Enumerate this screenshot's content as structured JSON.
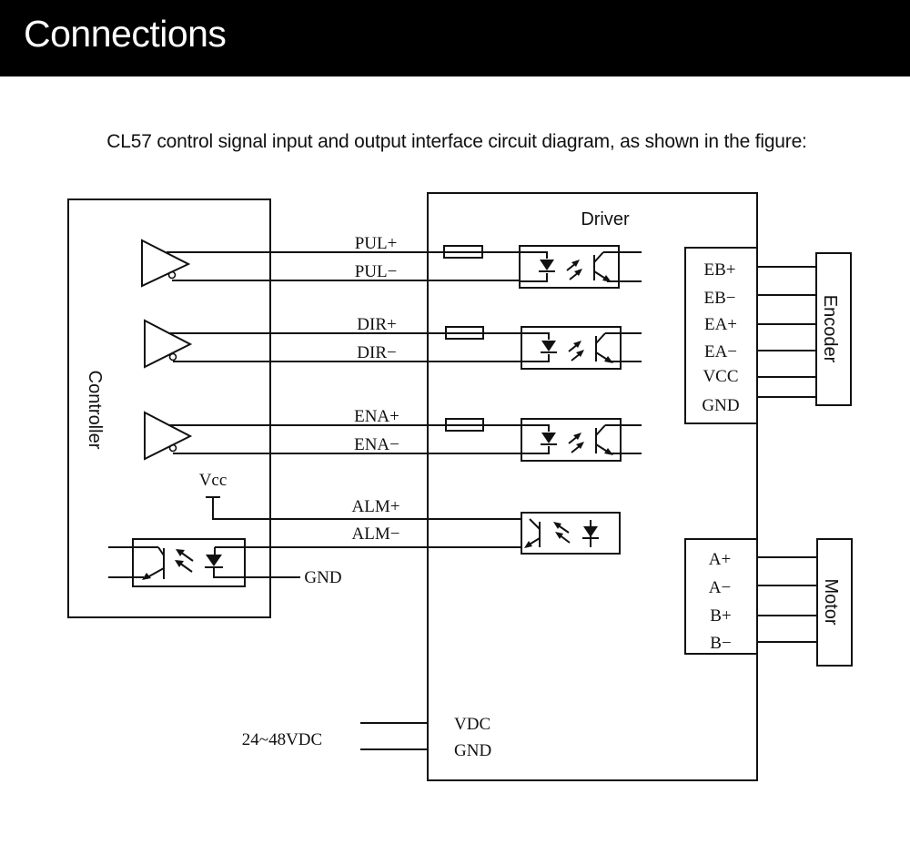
{
  "header": {
    "title": "Connections"
  },
  "caption": "CL57 control signal input and output interface circuit diagram, as shown in the figure:",
  "diagram": {
    "blocks": {
      "controller": "Controller",
      "driver": "Driver",
      "encoder": "Encoder",
      "motor": "Motor"
    },
    "signals": [
      {
        "plus": "PUL+",
        "minus": "PUL−"
      },
      {
        "plus": "DIR+",
        "minus": "DIR−"
      },
      {
        "plus": "ENA+",
        "minus": "ENA−"
      }
    ],
    "alarm": {
      "plus": "ALM+",
      "minus": "ALM−",
      "vcc": "Vcc",
      "gnd": "GND"
    },
    "encoder_pins": [
      "EB+",
      "EB−",
      "EA+",
      "EA−",
      "VCC",
      "GND"
    ],
    "motor_pins": [
      "A+",
      "A−",
      "B+",
      "B−"
    ],
    "power": {
      "range": "24~48VDC",
      "vdc": "VDC",
      "gnd": "GND"
    }
  }
}
